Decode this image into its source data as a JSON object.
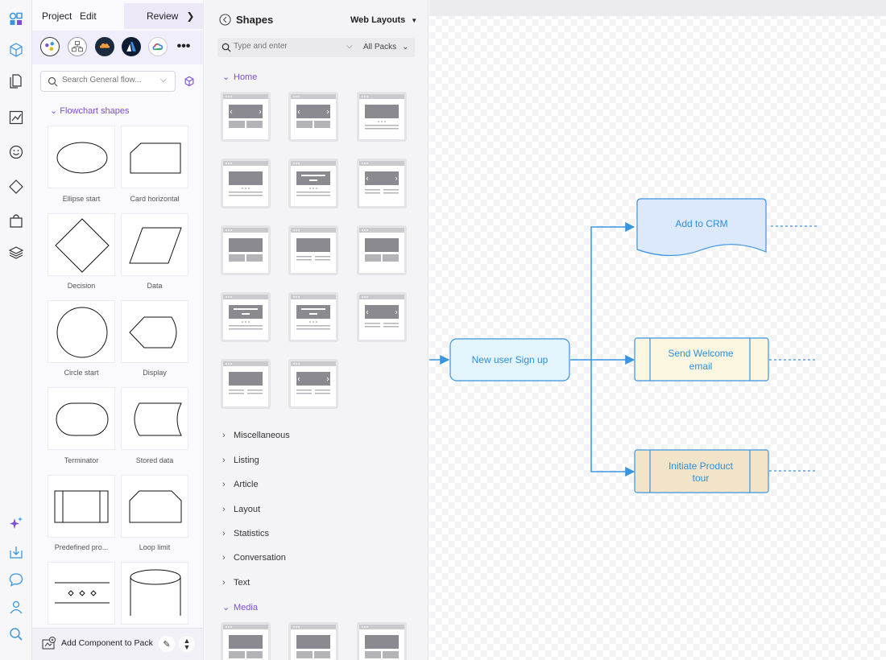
{
  "menu": {
    "project": "Project",
    "edit": "Edit",
    "review": "Review"
  },
  "rail": {
    "icons": [
      "shapes-icon",
      "cube-icon",
      "pages-icon",
      "chart-icon",
      "emoji-icon",
      "diamond-icon",
      "bag-icon",
      "layers-icon",
      "sparkle-icon",
      "import-icon",
      "comment-icon",
      "collaborators-icon",
      "zoom-icon"
    ]
  },
  "flow_panel": {
    "search_placeholder": "Search General flow...",
    "section": "Flowchart shapes",
    "shapes": [
      {
        "label": "Ellipse start"
      },
      {
        "label": "Card horizontal"
      },
      {
        "label": "Decision"
      },
      {
        "label": "Data"
      },
      {
        "label": "Circle start"
      },
      {
        "label": "Display"
      },
      {
        "label": "Terminator"
      },
      {
        "label": "Stored data"
      },
      {
        "label": "Predefined pro..."
      },
      {
        "label": "Loop limit"
      }
    ],
    "add_component": "Add Component to Pack"
  },
  "shapes_panel": {
    "title": "Shapes",
    "library": "Web Layouts",
    "search_placeholder": "Type and enter",
    "packs": "All Packs",
    "home": "Home",
    "categories": [
      "Miscellaneous",
      "Listing",
      "Article",
      "Layout",
      "Statistics",
      "Conversation",
      "Text"
    ],
    "media": "Media"
  },
  "diagram": {
    "nodes": {
      "signup": "New user Sign up",
      "crm": "Add to CRM",
      "welcome_1": "Send Welcome",
      "welcome_2": "email",
      "tour_1": "Initiate Product",
      "tour_2": "tour"
    },
    "colors": {
      "line": "#3a95e0",
      "signup_fill": "#e3f4fd",
      "crm_fill": "#dce8fb",
      "welcome_fill": "#fbf6df",
      "tour_fill": "#f1e4c9",
      "accent": "#7b4fd6"
    }
  }
}
